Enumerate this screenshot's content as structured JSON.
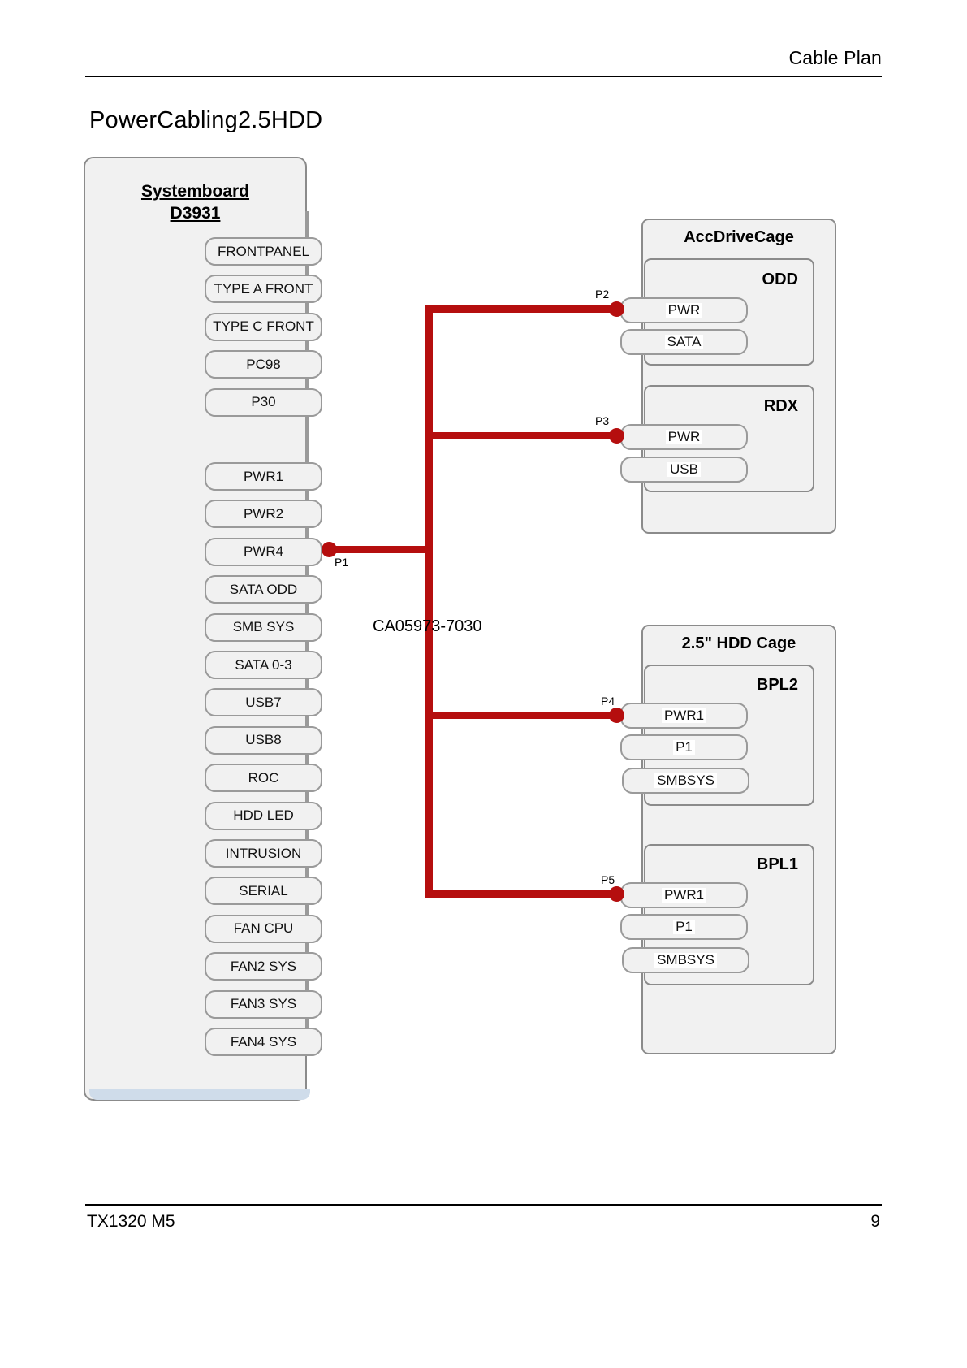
{
  "header": {
    "title": "Cable Plan"
  },
  "footer": {
    "model": "TX1320 M5",
    "page": "9"
  },
  "diagram": {
    "title": "PowerCabling2.5HDD",
    "cable_label": "CA05973-7030",
    "cable_color": "#b50e0e",
    "systemboard": {
      "name": "Systemboard",
      "model": "D3931",
      "connectors": [
        {
          "label": "FRONTPANEL"
        },
        {
          "label": "TYPE A FRONT"
        },
        {
          "label": "TYPE C FRONT"
        },
        {
          "label": "PC98"
        },
        {
          "label": "P30"
        },
        {
          "label": "PWR1"
        },
        {
          "label": "PWR2"
        },
        {
          "label": "PWR4"
        },
        {
          "label": "SATA ODD"
        },
        {
          "label": "SMB SYS"
        },
        {
          "label": "SATA 0-3"
        },
        {
          "label": "USB7"
        },
        {
          "label": "USB8"
        },
        {
          "label": "ROC"
        },
        {
          "label": "HDD LED"
        },
        {
          "label": "INTRUSION"
        },
        {
          "label": "SERIAL"
        },
        {
          "label": "FAN CPU"
        },
        {
          "label": "FAN2 SYS"
        },
        {
          "label": "FAN3 SYS"
        },
        {
          "label": "FAN4 SYS"
        }
      ]
    },
    "acc_drive_cage": {
      "title": "AccDriveCage",
      "devices": [
        {
          "title": "ODD",
          "ports": [
            {
              "label": "PWR"
            },
            {
              "label": "SATA"
            }
          ]
        },
        {
          "title": "RDX",
          "ports": [
            {
              "label": "PWR"
            },
            {
              "label": "USB"
            }
          ]
        }
      ]
    },
    "hdd_cage": {
      "title": "2.5\" HDD Cage",
      "devices": [
        {
          "title": "BPL2",
          "ports": [
            {
              "label": "PWR1"
            },
            {
              "label": "P1"
            },
            {
              "label": "SMBSYS"
            }
          ]
        },
        {
          "title": "BPL1",
          "ports": [
            {
              "label": "PWR1"
            },
            {
              "label": "P1"
            },
            {
              "label": "SMBSYS"
            }
          ]
        }
      ]
    },
    "connections": [
      {
        "id": "P1",
        "from": "Systemboard PWR4"
      },
      {
        "id": "P2",
        "to": "ODD PWR"
      },
      {
        "id": "P3",
        "to": "RDX PWR"
      },
      {
        "id": "P4",
        "to": "BPL2 PWR1"
      },
      {
        "id": "P5",
        "to": "BPL1 PWR1"
      }
    ]
  }
}
